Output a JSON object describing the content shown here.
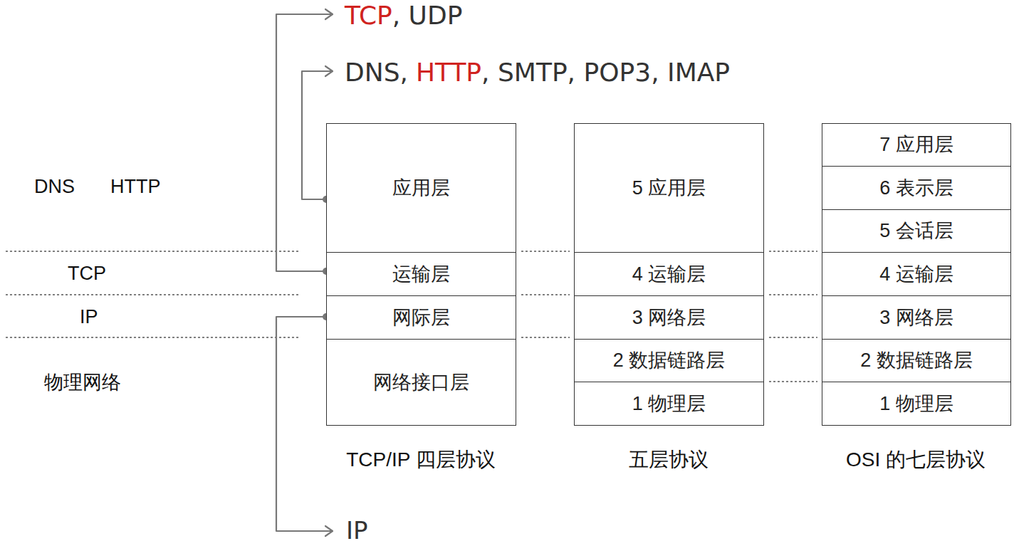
{
  "diagram": {
    "nodes": [
      {
        "text": [
          "应用层"
        ]
      },
      {
        "text": [
          "运输层"
        ]
      },
      {
        "text": [
          "网际层"
        ]
      },
      {
        "text": [
          "网络接口层"
        ]
      },
      {
        "text": [
          "5 应用层"
        ]
      },
      {
        "text": [
          "4 运输层"
        ]
      },
      {
        "text": [
          "3 网络层"
        ]
      },
      {
        "text": [
          "2 数据链路层"
        ]
      },
      {
        "text": [
          "1 物理层"
        ]
      },
      {
        "text": [
          "7 应用层"
        ]
      },
      {
        "text": [
          "6 表示层"
        ]
      },
      {
        "text": [
          "5 会话层"
        ]
      },
      {
        "text": [
          "4 运输层"
        ]
      },
      {
        "text": [
          "3 网络层"
        ]
      },
      {
        "text": [
          "2 数据链路层"
        ]
      },
      {
        "text": [
          "1 物理层"
        ]
      }
    ],
    "labels": [
      "DNS",
      "HTTP",
      "TCP",
      "IP",
      "物理网络",
      "TCP",
      ", UDP",
      "DNS,",
      "HTTP",
      ", SMTP, POP3, IMAP",
      "IP",
      "TCP/IP 四层协议",
      "五层协议",
      "OSI 的七层协议"
    ]
  }
}
